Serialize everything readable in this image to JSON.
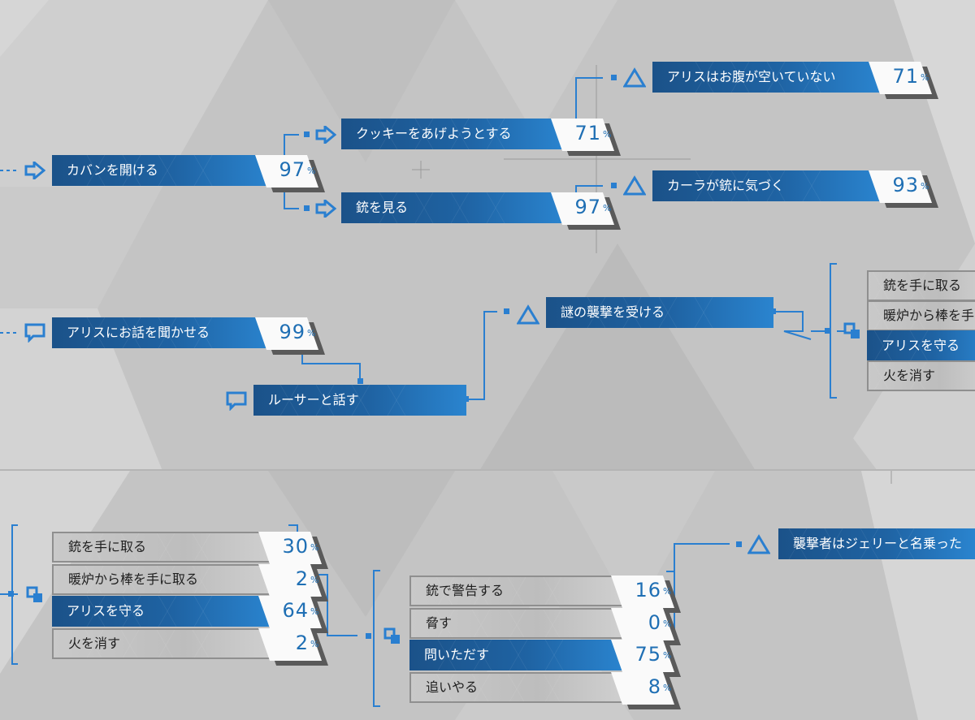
{
  "colors": {
    "accent": "#1f6fb4",
    "bar_dark": "#1b5289",
    "bar_light": "#2a84cf",
    "line": "#2a7fd0",
    "background": "#c6c6c6"
  },
  "icons": {
    "action": "arrow-right-icon",
    "dialogue": "speech-bubble-icon",
    "result": "triangle-icon",
    "choice": "choice-squares-icon"
  },
  "percent_symbol": "%",
  "top_tree": {
    "open_bag": {
      "label": "カバンを開ける",
      "percent": "97"
    },
    "give_cookie": {
      "label": "クッキーをあげようとする",
      "percent": "71"
    },
    "look_at_gun": {
      "label": "銃を見る",
      "percent": "97"
    },
    "alice_not_hungry": {
      "label": "アリスはお腹が空いていない",
      "percent": "71"
    },
    "kara_notices_gun": {
      "label": "カーラが銃に気づく",
      "percent": "93"
    }
  },
  "middle_tree": {
    "tell_story": {
      "label": "アリスにお話を聞かせる",
      "percent": "99"
    },
    "talk_luther": {
      "label": "ルーサーと話す"
    },
    "mystery_attack": {
      "label": "謎の襲撃を受ける"
    },
    "choices": [
      {
        "label": "銃を手に取る"
      },
      {
        "label": "暖炉から棒を手に"
      },
      {
        "label": "アリスを守る"
      },
      {
        "label": "火を消す"
      }
    ]
  },
  "bottom_tree": {
    "choices_left": [
      {
        "label": "銃を手に取る",
        "percent": "30"
      },
      {
        "label": "暖炉から棒を手に取る",
        "percent": "2"
      },
      {
        "label": "アリスを守る",
        "percent": "64"
      },
      {
        "label": "火を消す",
        "percent": "2"
      }
    ],
    "choices_right": [
      {
        "label": "銃で警告する",
        "percent": "16"
      },
      {
        "label": "脅す",
        "percent": "0"
      },
      {
        "label": "問いただす",
        "percent": "75"
      },
      {
        "label": "追いやる",
        "percent": "8"
      }
    ],
    "attacker_named": {
      "label": "襲撃者はジェリーと名乗った"
    }
  }
}
